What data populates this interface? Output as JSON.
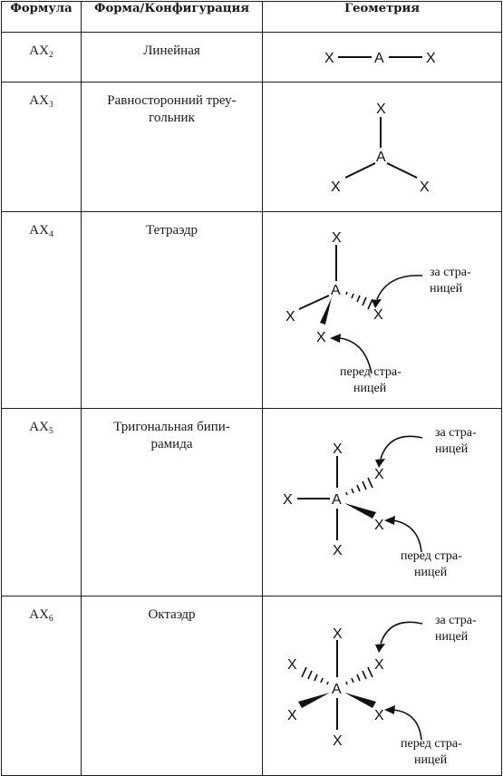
{
  "headers": [
    "Формула",
    "Форма/Конфигурация",
    "Геометрия"
  ],
  "rows": [
    {
      "formula_base": "AX",
      "formula_sub": "2",
      "shape_lines": [
        "Линейная"
      ],
      "center": "A",
      "ligand": "X"
    },
    {
      "formula_base": "AX",
      "formula_sub": "3",
      "shape_lines": [
        "Равносторонний треу-",
        "гольник"
      ],
      "center": "A",
      "ligand": "X"
    },
    {
      "formula_base": "AX",
      "formula_sub": "4",
      "shape_lines": [
        "Тетраэдр"
      ],
      "center": "A",
      "ligand": "X",
      "behind_lines": [
        "за стра-",
        "ницей"
      ],
      "front_lines": [
        "перед стра-",
        "ницей"
      ]
    },
    {
      "formula_base": "AX",
      "formula_sub": "5",
      "shape_lines": [
        "Тригональная бипи-",
        "рамида"
      ],
      "center": "A",
      "ligand": "X",
      "behind_lines": [
        "за стра-",
        "ницей"
      ],
      "front_lines": [
        "перед стра-",
        "ницей"
      ]
    },
    {
      "formula_base": "AX",
      "formula_sub": "6",
      "shape_lines": [
        "Октаэдр"
      ],
      "center": "A",
      "ligand": "X",
      "behind_lines": [
        "за стра-",
        "ницей"
      ],
      "front_lines": [
        "перед стра-",
        "ницей"
      ]
    }
  ]
}
